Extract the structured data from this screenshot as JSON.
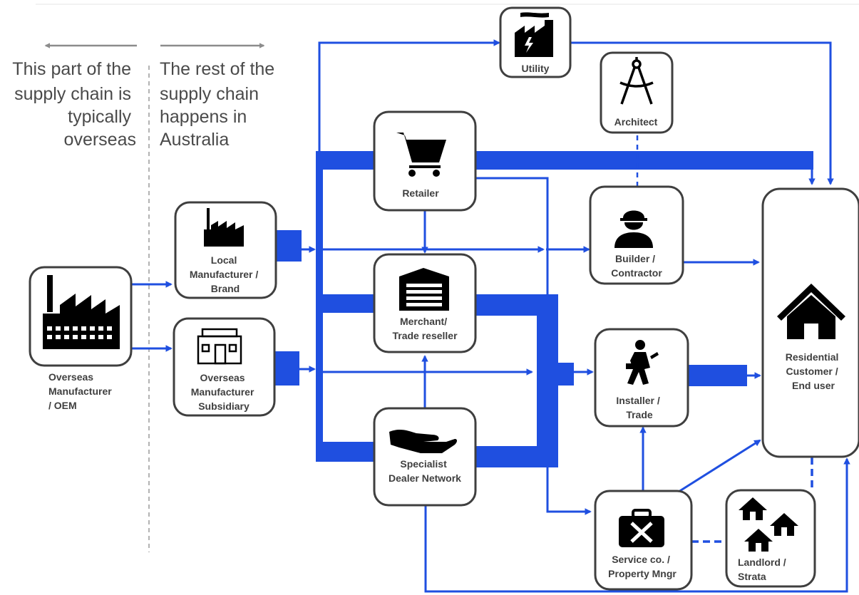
{
  "header": {
    "overseas_text": [
      "This part of the",
      "supply chain is",
      "typically",
      "overseas"
    ],
    "australia_text": [
      "The rest of the",
      "supply chain",
      "happens in",
      "Australia"
    ]
  },
  "nodes": {
    "overseas_oem": [
      "Overseas",
      "Manufacturer",
      "/ OEM"
    ],
    "local_manufacturer": [
      "Local",
      "Manufacturer /",
      "Brand"
    ],
    "overseas_subsidiary": [
      "Overseas",
      "Manufacturer",
      "Subsidiary"
    ],
    "retailer": [
      "Retailer"
    ],
    "merchant": [
      "Merchant/",
      "Trade reseller"
    ],
    "specialist": [
      "Specialist",
      "Dealer Network"
    ],
    "utility": [
      "Utility"
    ],
    "architect": [
      "Architect"
    ],
    "builder": [
      "Builder /",
      "Contractor"
    ],
    "installer": [
      "Installer /",
      "Trade"
    ],
    "service": [
      "Service co. /",
      "Property Mngr"
    ],
    "landlord": [
      "Landlord /",
      "Strata"
    ],
    "residential": [
      "Residential",
      "Customer /",
      "End user"
    ]
  },
  "icons": {
    "overseas_oem": "factory-icon",
    "local_manufacturer": "factory-icon",
    "overseas_subsidiary": "shop-icon",
    "retailer": "shopping-cart-icon",
    "merchant": "warehouse-icon",
    "specialist": "hand-icon",
    "utility": "power-plant-icon",
    "architect": "compass-icon",
    "builder": "builder-icon",
    "installer": "worker-icon",
    "service": "toolbox-icon",
    "landlord": "houses-icon",
    "residential": "house-icon"
  },
  "colors": {
    "flow": "#1f4fe0",
    "box_border": "#3f3f3f",
    "divider": "#9a9a9a",
    "header_arrow": "#8c8c8c",
    "text": "#3f3f3f"
  }
}
